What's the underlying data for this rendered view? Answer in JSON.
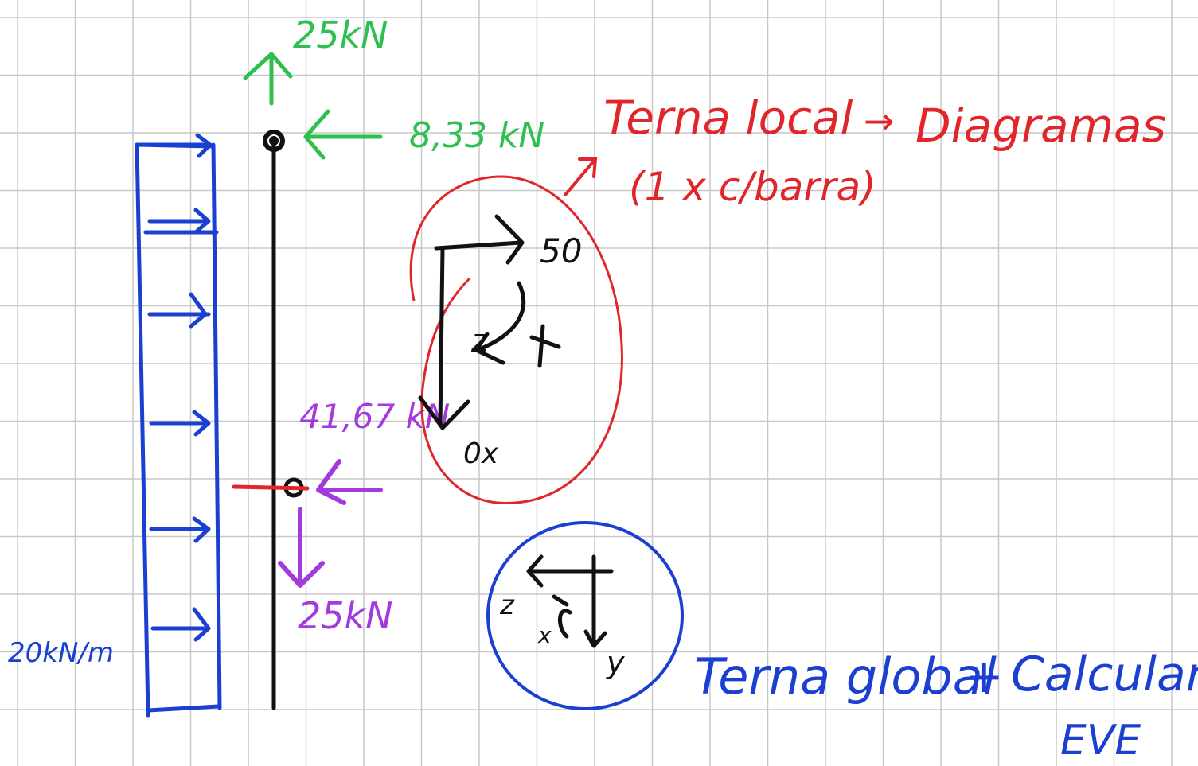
{
  "labels": {
    "force_top_vertical": "25kN",
    "force_top_horizontal": "8,33 kN",
    "force_mid_horizontal": "41,67 kN",
    "force_mid_vertical": "25kN",
    "distributed_load": "20kN/m",
    "terna_local_line1": "Terna local",
    "terna_local_line2": "(1 x c/barra)",
    "arrow_to": "→",
    "diagramas": "Diagramas",
    "local_axis_horizontal": "50",
    "local_axis_vertical": "0x",
    "local_axis_rotation": "z",
    "global_axis_z": "z",
    "global_axis_x": "x",
    "global_axis_y": "y",
    "terna_global": "Terna global",
    "plus": "+",
    "calcular": "Calcular",
    "eve": "EVE"
  },
  "colors": {
    "grid": "#c8c8c8",
    "black": "#111111",
    "blue": "#1a3fd1",
    "green": "#2fbf4f",
    "red": "#e0262a",
    "purple": "#a23ae0"
  }
}
